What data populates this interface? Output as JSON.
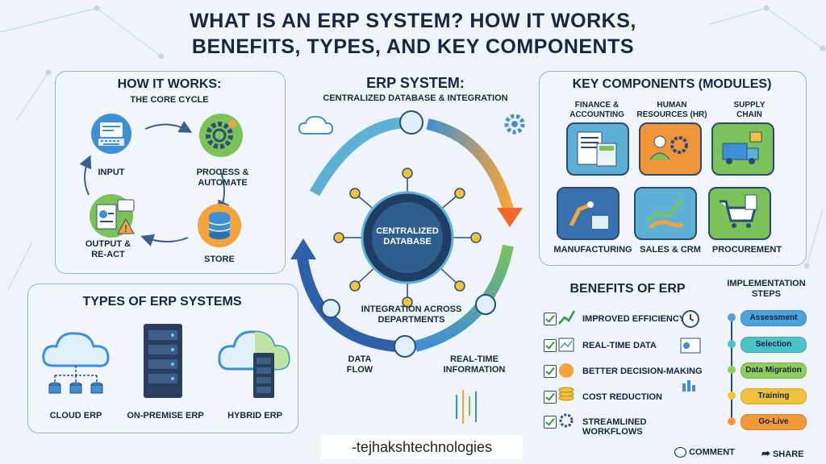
{
  "title": {
    "line1": "WHAT IS AN ERP SYSTEM? HOW IT WORKS,",
    "line2": "BENEFITS, TYPES, AND KEY COMPONENTS"
  },
  "how_it_works": {
    "title": "HOW IT WORKS:",
    "subtitle": "THE CORE CYCLE",
    "steps": [
      {
        "label": "INPUT",
        "icon": "keyboard-icon"
      },
      {
        "label": "PROCESS &",
        "label2": "AUTOMATE",
        "icon": "gear-icon"
      },
      {
        "label": "STORE",
        "icon": "database-icon"
      },
      {
        "label": "OUTPUT &",
        "label2": "RE-ACT",
        "icon": "report-icon"
      }
    ]
  },
  "erp_system": {
    "title": "ERP SYSTEM:",
    "subtitle": "CENTRALIZED DATABASE & INTEGRATION",
    "hub_label": "CENTRALIZED",
    "hub_label2": "DATABASE",
    "integration_label": "INTEGRATION ACROSS",
    "integration_label2": "DEPARTMENTS",
    "data_flow": "DATA",
    "data_flow2": "FLOW",
    "realtime": "REAL-TIME",
    "realtime2": "INFORMATION"
  },
  "key_components": {
    "title": "KEY COMPONENTS (MODULES)",
    "modules": [
      {
        "label": "FINANCE &",
        "label2": "ACCOUNTING",
        "color": "#5fb0d6"
      },
      {
        "label": "HUMAN",
        "label2": "RESOURCES (HR)",
        "color": "#f0953a"
      },
      {
        "label": "SUPPLY",
        "label2": "CHAIN",
        "color": "#7cc25a"
      },
      {
        "label": "MANUFACTURING",
        "color": "#3a6fb0"
      },
      {
        "label": "SALES & CRM",
        "color": "#5fb0d6"
      },
      {
        "label": "PROCUREMENT",
        "color": "#7cc25a"
      }
    ]
  },
  "types": {
    "title": "TYPES OF ERP SYSTEMS",
    "items": [
      {
        "label": "CLOUD ERP",
        "icon": "cloud-icon"
      },
      {
        "label": "ON-PREMISE ERP",
        "icon": "server-icon"
      },
      {
        "label": "HYBRID ERP",
        "icon": "hybrid-cloud-icon"
      }
    ]
  },
  "benefits": {
    "title": "BENEFITS OF ERP",
    "items": [
      "IMPROVED EFFICIENCY",
      "REAL-TIME DATA",
      "BETTER DECISION-MAKING",
      "COST REDUCTION",
      "STREAMLINED WORKFLOWS"
    ]
  },
  "implementation": {
    "title": "IMPLEMENTATION",
    "title2": "STEPS",
    "steps": [
      {
        "label": "Assessment",
        "color": "#4aa3dd"
      },
      {
        "label": "Selection",
        "color": "#4cc3c9"
      },
      {
        "label": "Data Migration",
        "color": "#8fce5a"
      },
      {
        "label": "Training",
        "color": "#f3c23c"
      },
      {
        "label": "Go-Live",
        "color": "#f29a3b"
      }
    ]
  },
  "footer": {
    "watermark": "-tejhakshtechnologies",
    "comment": "COMMENT",
    "share": "SHARE"
  }
}
